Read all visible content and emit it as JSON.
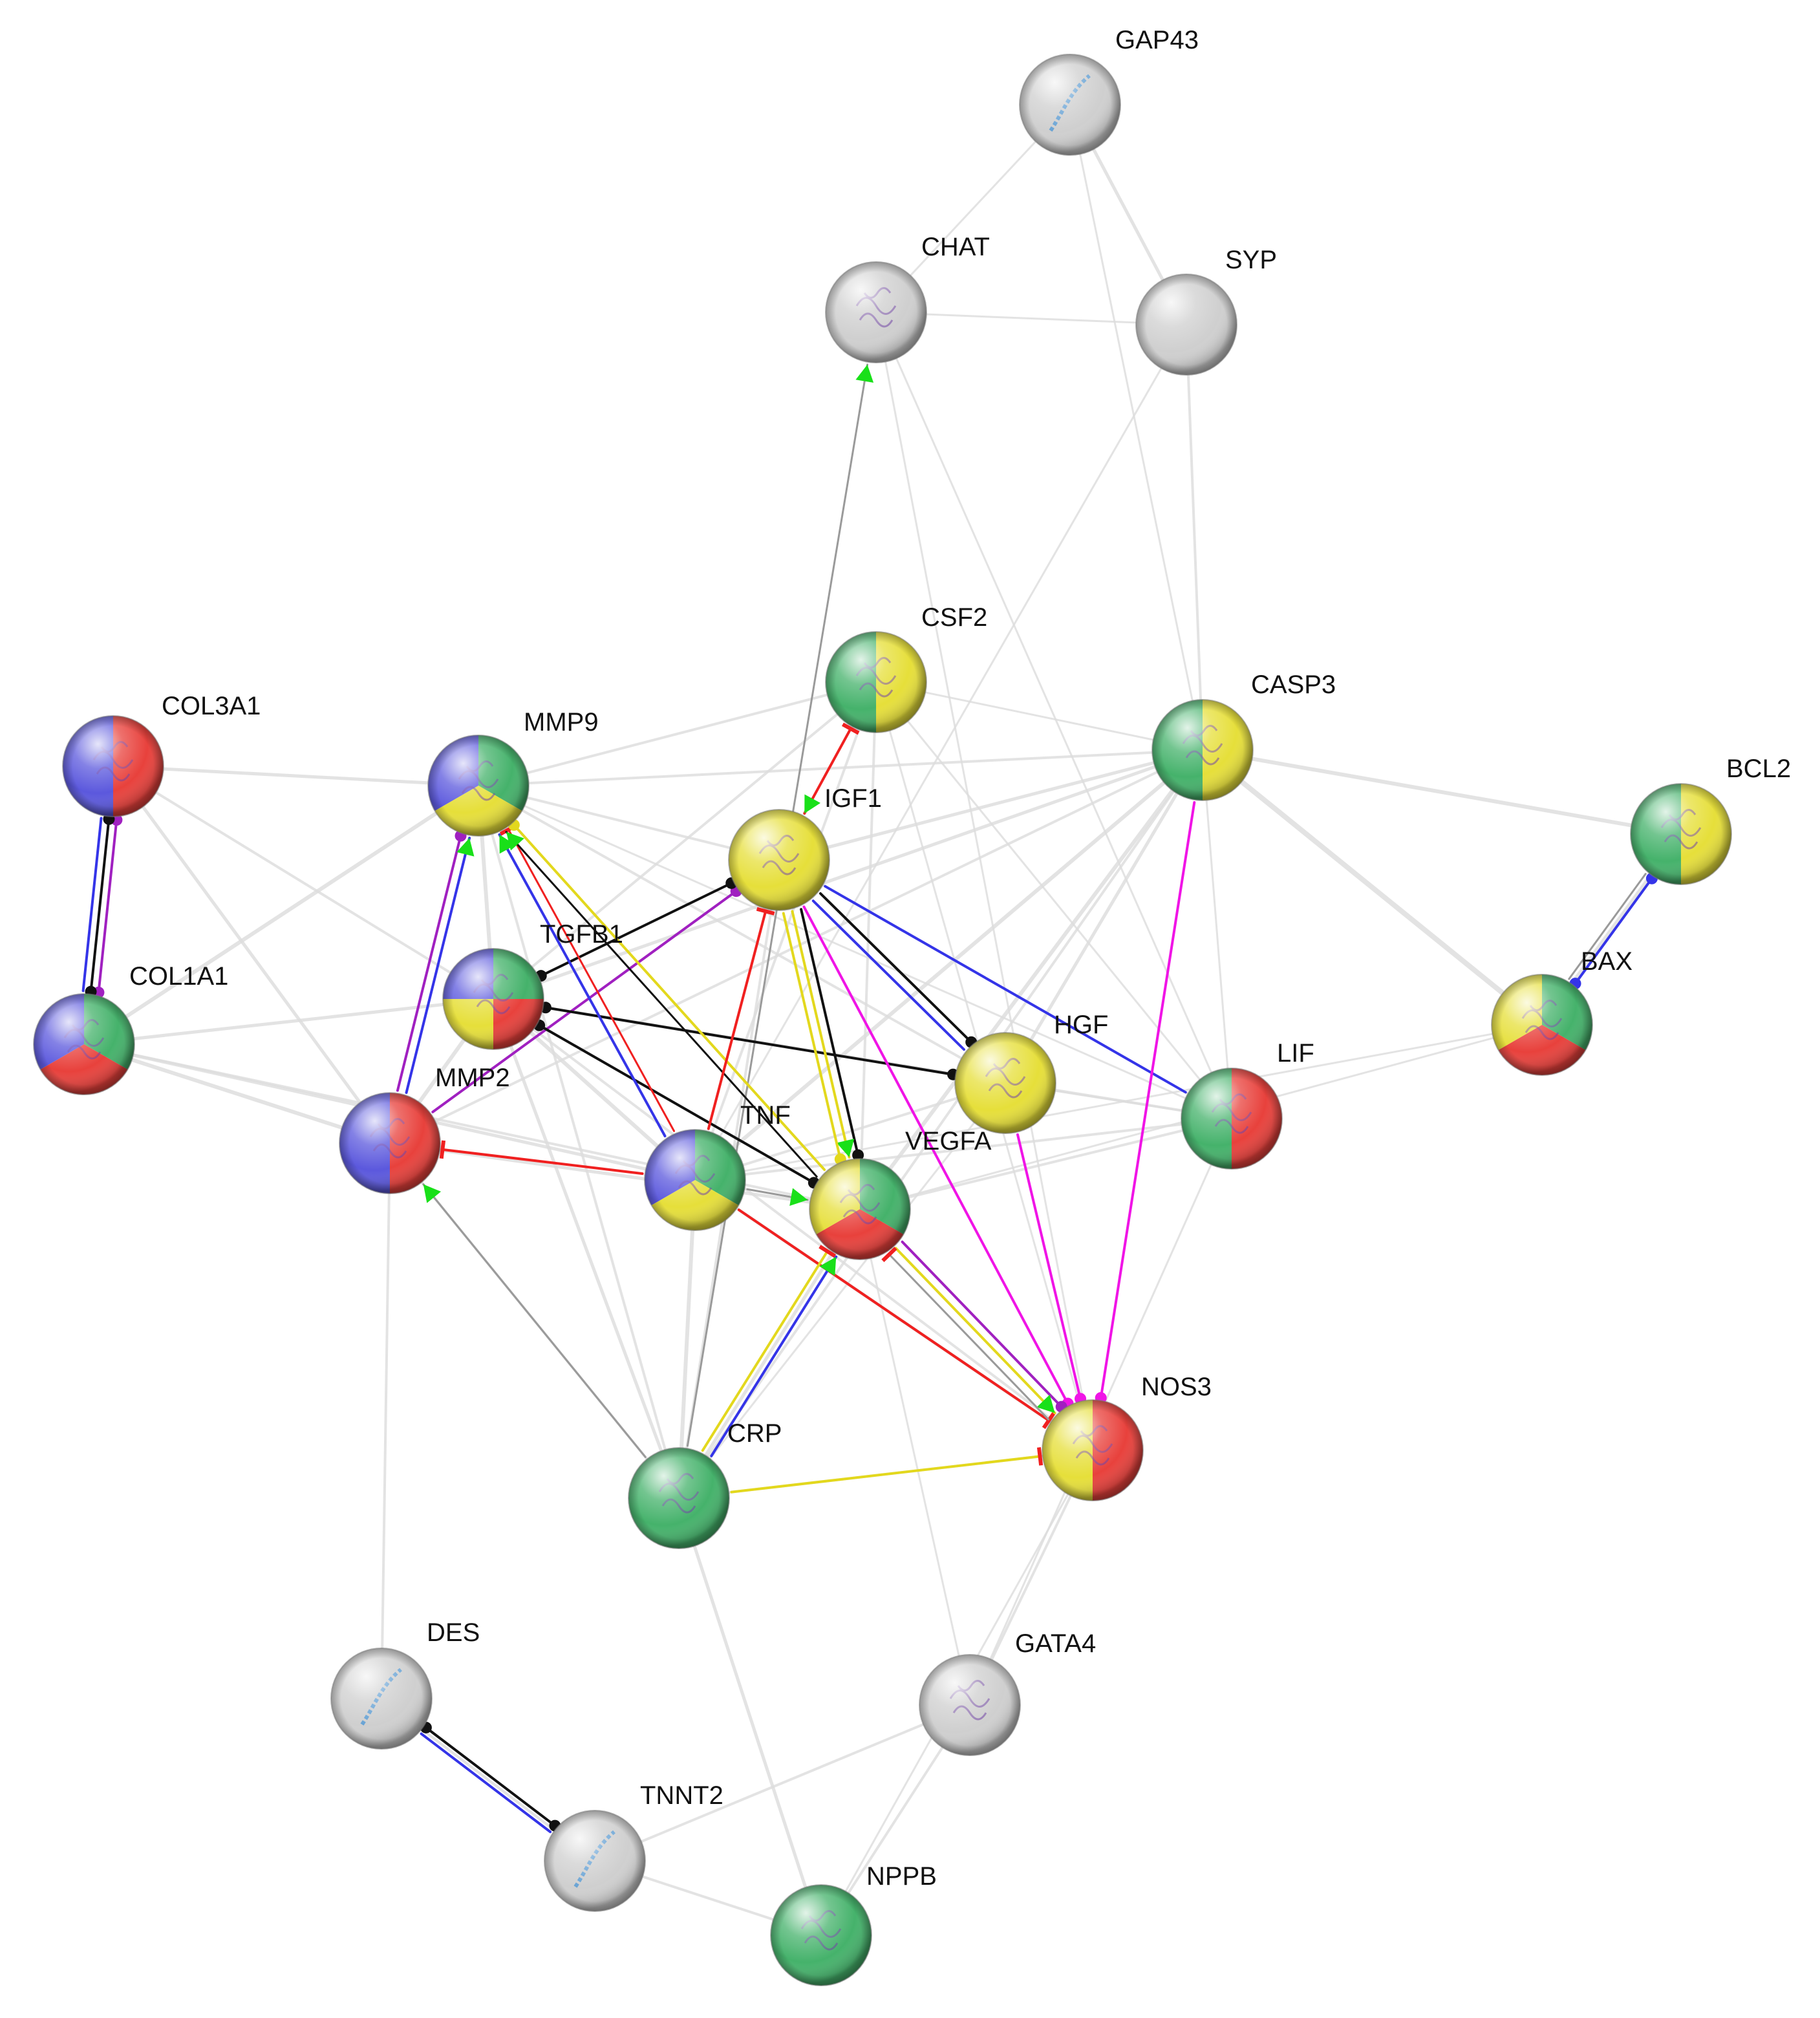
{
  "colors": {
    "green": "#45b26b",
    "yellow": "#e6df3a",
    "red": "#e8413c",
    "blue": "#5b58dd",
    "gray": "#cfcfcf",
    "edge_gray": "#dcdcdc",
    "edge_dark": "#9a9a9a",
    "activation": "#19e019",
    "inhibition": "#f02020",
    "binding": "#3434e8",
    "reaction": "#111111",
    "expression": "#e3d81d",
    "catalysis": "#a020c0",
    "ptmod": "#f014e6"
  },
  "nodes": [
    {
      "id": "GAP43",
      "label": "GAP43",
      "colors": [
        "gray"
      ],
      "icon": "helix-structure-icon"
    },
    {
      "id": "CHAT",
      "label": "CHAT",
      "colors": [
        "gray"
      ],
      "icon": "protein-structure-icon"
    },
    {
      "id": "SYP",
      "label": "SYP",
      "colors": [
        "gray"
      ],
      "icon": "none"
    },
    {
      "id": "CSF2",
      "label": "CSF2",
      "colors": [
        "green",
        "yellow"
      ],
      "icon": "protein-structure-icon"
    },
    {
      "id": "CASP3",
      "label": "CASP3",
      "colors": [
        "green",
        "yellow"
      ],
      "icon": "protein-structure-icon"
    },
    {
      "id": "COL3A1",
      "label": "COL3A1",
      "colors": [
        "blue",
        "red"
      ],
      "icon": "protein-structure-icon"
    },
    {
      "id": "MMP9",
      "label": "MMP9",
      "colors": [
        "green",
        "yellow",
        "blue"
      ],
      "icon": "protein-structure-icon"
    },
    {
      "id": "IGF1",
      "label": "IGF1",
      "colors": [
        "yellow"
      ],
      "icon": "protein-structure-icon"
    },
    {
      "id": "BCL2",
      "label": "BCL2",
      "colors": [
        "green",
        "yellow"
      ],
      "icon": "protein-structure-icon"
    },
    {
      "id": "TGFB1",
      "label": "TGFB1",
      "colors": [
        "green",
        "red",
        "yellow",
        "blue"
      ],
      "icon": "protein-structure-icon"
    },
    {
      "id": "COL1A1",
      "label": "COL1A1",
      "colors": [
        "green",
        "red",
        "blue"
      ],
      "icon": "protein-structure-icon"
    },
    {
      "id": "BAX",
      "label": "BAX",
      "colors": [
        "green",
        "red",
        "yellow"
      ],
      "icon": "protein-structure-icon"
    },
    {
      "id": "HGF",
      "label": "HGF",
      "colors": [
        "yellow"
      ],
      "icon": "protein-structure-icon"
    },
    {
      "id": "LIF",
      "label": "LIF",
      "colors": [
        "green",
        "red"
      ],
      "icon": "protein-structure-icon"
    },
    {
      "id": "MMP2",
      "label": "MMP2",
      "colors": [
        "blue",
        "red"
      ],
      "icon": "protein-structure-icon"
    },
    {
      "id": "TNF",
      "label": "TNF",
      "colors": [
        "green",
        "yellow",
        "blue"
      ],
      "icon": "protein-structure-icon"
    },
    {
      "id": "VEGFA",
      "label": "VEGFA",
      "colors": [
        "green",
        "red",
        "yellow"
      ],
      "icon": "protein-structure-icon"
    },
    {
      "id": "NOS3",
      "label": "NOS3",
      "colors": [
        "yellow",
        "red"
      ],
      "icon": "protein-structure-icon"
    },
    {
      "id": "CRP",
      "label": "CRP",
      "colors": [
        "green"
      ],
      "icon": "protein-structure-icon"
    },
    {
      "id": "DES",
      "label": "DES",
      "colors": [
        "gray"
      ],
      "icon": "helix-structure-icon"
    },
    {
      "id": "GATA4",
      "label": "GATA4",
      "colors": [
        "gray"
      ],
      "icon": "protein-structure-icon"
    },
    {
      "id": "TNNT2",
      "label": "TNNT2",
      "colors": [
        "gray"
      ],
      "icon": "helix-structure-icon"
    },
    {
      "id": "NPPB",
      "label": "NPPB",
      "colors": [
        "green"
      ],
      "icon": "protein-structure-icon"
    }
  ],
  "edges": [
    {
      "from": "GAP43",
      "to": "CHAT",
      "color": "edge_gray",
      "weight": 3
    },
    {
      "from": "GAP43",
      "to": "SYP",
      "color": "edge_gray",
      "weight": 5
    },
    {
      "from": "GAP43",
      "to": "CASP3",
      "color": "edge_gray",
      "weight": 3
    },
    {
      "from": "CHAT",
      "to": "SYP",
      "color": "edge_gray",
      "weight": 3
    },
    {
      "from": "CHAT",
      "to": "LIF",
      "color": "edge_gray",
      "weight": 3
    },
    {
      "from": "CHAT",
      "to": "NOS3",
      "color": "edge_gray",
      "weight": 3
    },
    {
      "from": "SYP",
      "to": "CASP3",
      "color": "edge_gray",
      "weight": 4
    },
    {
      "from": "SYP",
      "to": "TNF",
      "color": "edge_gray",
      "weight": 3
    },
    {
      "from": "COL3A1",
      "to": "MMP9",
      "color": "edge_gray",
      "weight": 5
    },
    {
      "from": "COL3A1",
      "to": "TGFB1",
      "color": "edge_gray",
      "weight": 4
    },
    {
      "from": "COL3A1",
      "to": "MMP2",
      "color": "edge_gray",
      "weight": 5
    },
    {
      "from": "COL1A1",
      "to": "MMP9",
      "color": "edge_gray",
      "weight": 6
    },
    {
      "from": "COL1A1",
      "to": "TGFB1",
      "color": "edge_gray",
      "weight": 5
    },
    {
      "from": "COL1A1",
      "to": "MMP2",
      "color": "edge_gray",
      "weight": 6
    },
    {
      "from": "COL1A1",
      "to": "TNF",
      "color": "edge_gray",
      "weight": 5
    },
    {
      "from": "COL1A1",
      "to": "VEGFA",
      "color": "edge_gray",
      "weight": 4
    },
    {
      "from": "MMP9",
      "to": "CSF2",
      "color": "edge_gray",
      "weight": 4
    },
    {
      "from": "MMP9",
      "to": "CASP3",
      "color": "edge_gray",
      "weight": 4
    },
    {
      "from": "MMP9",
      "to": "TGFB1",
      "color": "edge_gray",
      "weight": 6
    },
    {
      "from": "MMP9",
      "to": "HGF",
      "color": "edge_gray",
      "weight": 4
    },
    {
      "from": "MMP9",
      "to": "CRP",
      "color": "edge_gray",
      "weight": 4
    },
    {
      "from": "MMP9",
      "to": "LIF",
      "color": "edge_gray",
      "weight": 3
    },
    {
      "from": "CSF2",
      "to": "TGFB1",
      "color": "edge_gray",
      "weight": 4
    },
    {
      "from": "CSF2",
      "to": "CASP3",
      "color": "edge_gray",
      "weight": 3
    },
    {
      "from": "CSF2",
      "to": "TNF",
      "color": "edge_gray",
      "weight": 4
    },
    {
      "from": "CSF2",
      "to": "VEGFA",
      "color": "edge_gray",
      "weight": 4
    },
    {
      "from": "CSF2",
      "to": "LIF",
      "color": "edge_gray",
      "weight": 3
    },
    {
      "from": "CSF2",
      "to": "NOS3",
      "color": "edge_gray",
      "weight": 3
    },
    {
      "from": "CASP3",
      "to": "IGF1",
      "color": "edge_gray",
      "weight": 5
    },
    {
      "from": "CASP3",
      "to": "TGFB1",
      "color": "edge_gray",
      "weight": 5
    },
    {
      "from": "CASP3",
      "to": "TNF",
      "color": "edge_gray",
      "weight": 6
    },
    {
      "from": "CASP3",
      "to": "VEGFA",
      "color": "edge_gray",
      "weight": 6
    },
    {
      "from": "CASP3",
      "to": "HGF",
      "color": "edge_gray",
      "weight": 5
    },
    {
      "from": "CASP3",
      "to": "BCL2",
      "color": "edge_gray",
      "weight": 6
    },
    {
      "from": "CASP3",
      "to": "BAX",
      "color": "edge_gray",
      "weight": 8
    },
    {
      "from": "CASP3",
      "to": "CRP",
      "color": "edge_gray",
      "weight": 4
    },
    {
      "from": "CASP3",
      "to": "LIF",
      "color": "edge_gray",
      "weight": 3
    },
    {
      "from": "CASP3",
      "to": "MMP2",
      "color": "edge_gray",
      "weight": 4
    },
    {
      "from": "BCL2",
      "to": "BAX",
      "color": "edge_gray",
      "weight": 6
    },
    {
      "from": "BAX",
      "to": "VEGFA",
      "color": "edge_gray",
      "weight": 3
    },
    {
      "from": "BAX",
      "to": "TNF",
      "color": "edge_gray",
      "weight": 3
    },
    {
      "from": "TGFB1",
      "to": "TNF",
      "color": "edge_gray",
      "weight": 6
    },
    {
      "from": "TGFB1",
      "to": "MMP2",
      "color": "edge_gray",
      "weight": 6
    },
    {
      "from": "TGFB1",
      "to": "CRP",
      "color": "edge_gray",
      "weight": 5
    },
    {
      "from": "TGFB1",
      "to": "LIF",
      "color": "edge_gray",
      "weight": 4
    },
    {
      "from": "TGFB1",
      "to": "NOS3",
      "color": "edge_gray",
      "weight": 4
    },
    {
      "from": "IGF1",
      "to": "CRP",
      "color": "edge_gray",
      "weight": 4
    },
    {
      "from": "IGF1",
      "to": "MMP9",
      "color": "edge_gray",
      "weight": 4
    },
    {
      "from": "IGF1",
      "to": "LIF",
      "color": "edge_gray",
      "weight": 3
    },
    {
      "from": "HGF",
      "to": "LIF",
      "color": "edge_gray",
      "weight": 3
    },
    {
      "from": "HGF",
      "to": "TNF",
      "color": "edge_gray",
      "weight": 4
    },
    {
      "from": "HGF",
      "to": "CRP",
      "color": "edge_gray",
      "weight": 3
    },
    {
      "from": "LIF",
      "to": "VEGFA",
      "color": "edge_gray",
      "weight": 4
    },
    {
      "from": "LIF",
      "to": "TNF",
      "color": "edge_gray",
      "weight": 4
    },
    {
      "from": "LIF",
      "to": "GATA4",
      "color": "edge_gray",
      "weight": 3
    },
    {
      "from": "MMP2",
      "to": "VEGFA",
      "color": "edge_gray",
      "weight": 5
    },
    {
      "from": "MMP2",
      "to": "CRP",
      "color": "edge_gray",
      "weight": 4
    },
    {
      "from": "MMP2",
      "to": "DES",
      "color": "edge_gray",
      "weight": 4
    },
    {
      "from": "TNF",
      "to": "CRP",
      "color": "edge_gray",
      "weight": 6
    },
    {
      "from": "TNF",
      "to": "NOS3",
      "color": "edge_gray",
      "weight": 5
    },
    {
      "from": "VEGFA",
      "to": "CRP",
      "color": "edge_gray",
      "weight": 5
    },
    {
      "from": "VEGFA",
      "to": "GATA4",
      "color": "edge_gray",
      "weight": 3
    },
    {
      "from": "CRP",
      "to": "NPPB",
      "color": "edge_gray",
      "weight": 5
    },
    {
      "from": "CRP",
      "to": "NOS3",
      "color": "edge_gray",
      "weight": 4
    },
    {
      "from": "NOS3",
      "to": "GATA4",
      "color": "edge_gray",
      "weight": 4
    },
    {
      "from": "NOS3",
      "to": "NPPB",
      "color": "edge_gray",
      "weight": 3
    },
    {
      "from": "GATA4",
      "to": "NPPB",
      "color": "edge_gray",
      "weight": 4
    },
    {
      "from": "GATA4",
      "to": "TNNT2",
      "color": "edge_gray",
      "weight": 4
    },
    {
      "from": "TNNT2",
      "to": "NPPB",
      "color": "edge_gray",
      "weight": 4
    },
    {
      "from": "DES",
      "to": "TNNT2",
      "color": "edge_gray",
      "weight": 4
    },
    {
      "from": "CRP",
      "to": "CHAT",
      "color": "edge_dark",
      "weight": 3,
      "end": "arrow",
      "endColor": "activation",
      "offset": 0
    },
    {
      "from": "CRP",
      "to": "MMP2",
      "color": "edge_dark",
      "weight": 3,
      "end": "arrow",
      "endColor": "activation",
      "offset": 0
    },
    {
      "from": "COL3A1",
      "to": "COL1A1",
      "color": "catalysis",
      "weight": 4,
      "end": "dot",
      "start": "dot",
      "offset": -14
    },
    {
      "from": "COL3A1",
      "to": "COL1A1",
      "color": "reaction",
      "weight": 4,
      "end": "dot",
      "start": "dot",
      "offset": -2
    },
    {
      "from": "COL3A1",
      "to": "COL1A1",
      "color": "binding",
      "weight": 4,
      "offset": 10
    },
    {
      "from": "MMP2",
      "to": "MMP9",
      "color": "catalysis",
      "weight": 4,
      "end": "dot",
      "offset": -8
    },
    {
      "from": "MMP2",
      "to": "MMP9",
      "color": "binding",
      "weight": 4,
      "end": "arrow",
      "endColor": "activation",
      "offset": 6
    },
    {
      "from": "MMP2",
      "to": "IGF1",
      "color": "catalysis",
      "weight": 4,
      "end": "dot",
      "offset": 0
    },
    {
      "from": "TGFB1",
      "to": "IGF1",
      "color": "reaction",
      "weight": 4,
      "start": "dot",
      "end": "dot",
      "offset": 0
    },
    {
      "from": "TGFB1",
      "to": "HGF",
      "color": "reaction",
      "weight": 4,
      "start": "dot",
      "end": "dot",
      "offset": 0
    },
    {
      "from": "TGFB1",
      "to": "VEGFA",
      "color": "reaction",
      "weight": 4,
      "start": "dot",
      "end": "dot",
      "offset": 0
    },
    {
      "from": "TNF",
      "to": "MMP9",
      "color": "binding",
      "weight": 4,
      "end": "arrow",
      "endColor": "activation",
      "offset": -8
    },
    {
      "from": "TNF",
      "to": "MMP9",
      "color": "inhibition",
      "weight": 3,
      "end": "tbar",
      "offset": 8
    },
    {
      "from": "VEGFA",
      "to": "MMP9",
      "color": "expression",
      "weight": 4,
      "end": "dot",
      "offset": 0
    },
    {
      "from": "VEGFA",
      "to": "MMP9",
      "color": "reaction",
      "weight": 3,
      "end": "arrow",
      "endColor": "activation",
      "offset": -16
    },
    {
      "from": "TNF",
      "to": "MMP2",
      "color": "inhibition",
      "weight": 4,
      "end": "tbar",
      "offset": 0
    },
    {
      "from": "TNF",
      "to": "VEGFA",
      "color": "edge_dark",
      "weight": 3,
      "end": "arrow",
      "endColor": "activation",
      "offset": 0
    },
    {
      "from": "TNF",
      "to": "IGF1",
      "color": "inhibition",
      "weight": 4,
      "end": "tbar",
      "offset": 0
    },
    {
      "from": "TNF",
      "to": "NOS3",
      "color": "inhibition",
      "weight": 4,
      "end": "tbar",
      "offset": 0
    },
    {
      "from": "IGF1",
      "to": "CSF2",
      "color": "inhibition",
      "weight": 4,
      "end": "tbar",
      "start": "arrow",
      "startColor": "activation",
      "offset": 0
    },
    {
      "from": "IGF1",
      "to": "HGF",
      "color": "reaction",
      "weight": 4,
      "end": "dot",
      "offset": -8
    },
    {
      "from": "IGF1",
      "to": "HGF",
      "color": "binding",
      "weight": 4,
      "offset": 8
    },
    {
      "from": "IGF1",
      "to": "LIF",
      "color": "binding",
      "weight": 4,
      "offset": 0
    },
    {
      "from": "IGF1",
      "to": "VEGFA",
      "color": "reaction",
      "weight": 4,
      "end": "dot",
      "offset": -16
    },
    {
      "from": "IGF1",
      "to": "VEGFA",
      "color": "expression",
      "weight": 4,
      "end": "arrow",
      "endColor": "activation",
      "offset": -2
    },
    {
      "from": "IGF1",
      "to": "VEGFA",
      "color": "expression",
      "weight": 4,
      "end": "dot",
      "offset": 12
    },
    {
      "from": "IGF1",
      "to": "NOS3",
      "color": "ptmod",
      "weight": 4,
      "end": "dot",
      "offset": 0
    },
    {
      "from": "CASP3",
      "to": "NOS3",
      "color": "ptmod",
      "weight": 4,
      "end": "dot",
      "offset": 0
    },
    {
      "from": "HGF",
      "to": "NOS3",
      "color": "ptmod",
      "weight": 4,
      "end": "dot",
      "offset": 0
    },
    {
      "from": "VEGFA",
      "to": "NOS3",
      "color": "catalysis",
      "weight": 4,
      "end": "dot",
      "offset": -12
    },
    {
      "from": "VEGFA",
      "to": "NOS3",
      "color": "expression",
      "weight": 4,
      "end": "arrow",
      "endColor": "activation",
      "offset": 2
    },
    {
      "from": "VEGFA",
      "to": "NOS3",
      "color": "edge_dark",
      "weight": 3,
      "start": "tbar",
      "startColor": "inhibition",
      "offset": 16
    },
    {
      "from": "CRP",
      "to": "VEGFA",
      "color": "expression",
      "weight": 4,
      "end": "tbar",
      "endColor": "inhibition",
      "offset": -8
    },
    {
      "from": "CRP",
      "to": "VEGFA",
      "color": "binding",
      "weight": 4,
      "end": "arrow",
      "endColor": "activation",
      "offset": 8
    },
    {
      "from": "CRP",
      "to": "NOS3",
      "color": "expression",
      "weight": 4,
      "end": "tbar",
      "endColor": "inhibition",
      "offset": 0
    },
    {
      "from": "BAX",
      "to": "BCL2",
      "color": "binding",
      "weight": 4,
      "start": "dot",
      "end": "dot",
      "offset": 4
    },
    {
      "from": "BAX",
      "to": "BCL2",
      "color": "edge_dark",
      "weight": 3,
      "offset": -8
    },
    {
      "from": "DES",
      "to": "TNNT2",
      "color": "reaction",
      "weight": 4,
      "start": "dot",
      "end": "dot",
      "offset": -6
    },
    {
      "from": "DES",
      "to": "TNNT2",
      "color": "binding",
      "weight": 4,
      "offset": 6
    }
  ]
}
